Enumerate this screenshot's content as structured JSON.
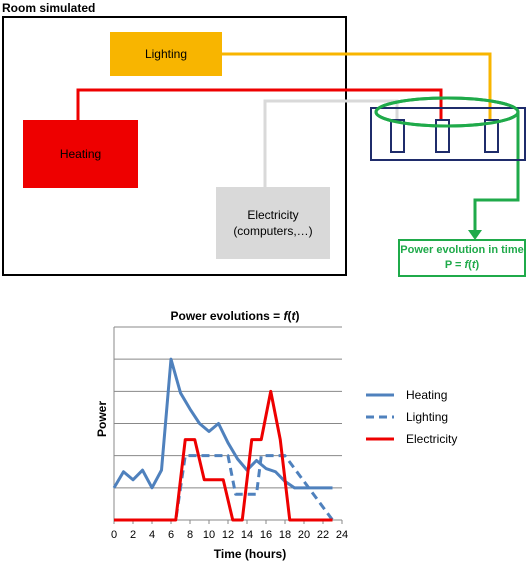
{
  "diagram": {
    "room_title": "Room simulated",
    "lighting_label": "Lighting",
    "heating_label": "Heating",
    "electricity_label_line1": "Electricity",
    "electricity_label_line2": "(computers,…)",
    "power_line1": "Power evolution in time",
    "power_line2_prefix": "P = ",
    "power_line2_fn": "f",
    "power_line2_paren_open": "(",
    "power_line2_var": "t",
    "power_line2_paren_close": ")",
    "colors": {
      "lighting": "#f8b500",
      "heating": "#ee0000",
      "electricity": "#d9d9d9",
      "meter": "#1f2c6b",
      "measure": "#1faa4a"
    }
  },
  "chart_data": {
    "type": "line",
    "title_prefix": "Power evolutions = ",
    "title_fn": "f",
    "title_var": "t",
    "xlabel": "Time (hours)",
    "ylabel": "Power",
    "xlim": [
      0,
      24
    ],
    "ylim": [
      0,
      6
    ],
    "xticks": [
      "0",
      "2",
      "4",
      "6",
      "8",
      "10",
      "12",
      "14",
      "16",
      "18",
      "20",
      "22",
      "24"
    ],
    "grid": true,
    "legend_position": "right",
    "series": [
      {
        "name": "Heating",
        "color": "#4f81bd",
        "dash": "solid",
        "x": [
          0,
          1,
          2,
          3,
          4,
          5,
          6,
          7,
          8,
          9,
          10,
          11,
          12,
          13,
          14,
          15,
          16,
          17,
          18,
          19,
          20,
          21,
          22,
          23
        ],
        "y": [
          1,
          1.5,
          1.25,
          1.55,
          1,
          1.55,
          5,
          3.95,
          3.45,
          3,
          2.75,
          3,
          2.4,
          1.9,
          1.55,
          1.85,
          1.6,
          1.5,
          1.2,
          1,
          1,
          1,
          1,
          1
        ]
      },
      {
        "name": "Lighting",
        "color": "#4f81bd",
        "dash": "dashed",
        "x": [
          0,
          6.5,
          7.5,
          12,
          12.8,
          15,
          15.5,
          18,
          23
        ],
        "y": [
          0,
          0,
          2,
          2,
          0.8,
          0.8,
          2,
          2,
          0
        ]
      },
      {
        "name": "Electricity",
        "color": "#ee0000",
        "dash": "solid",
        "x": [
          0,
          6.5,
          7.5,
          8.5,
          9.5,
          11.5,
          12.5,
          13.5,
          14.5,
          15.5,
          16.5,
          17.5,
          18.5,
          23
        ],
        "y": [
          0,
          0,
          2.5,
          2.5,
          1.25,
          1.25,
          0,
          0,
          2.5,
          2.5,
          4,
          2.5,
          0,
          0
        ]
      }
    ]
  }
}
